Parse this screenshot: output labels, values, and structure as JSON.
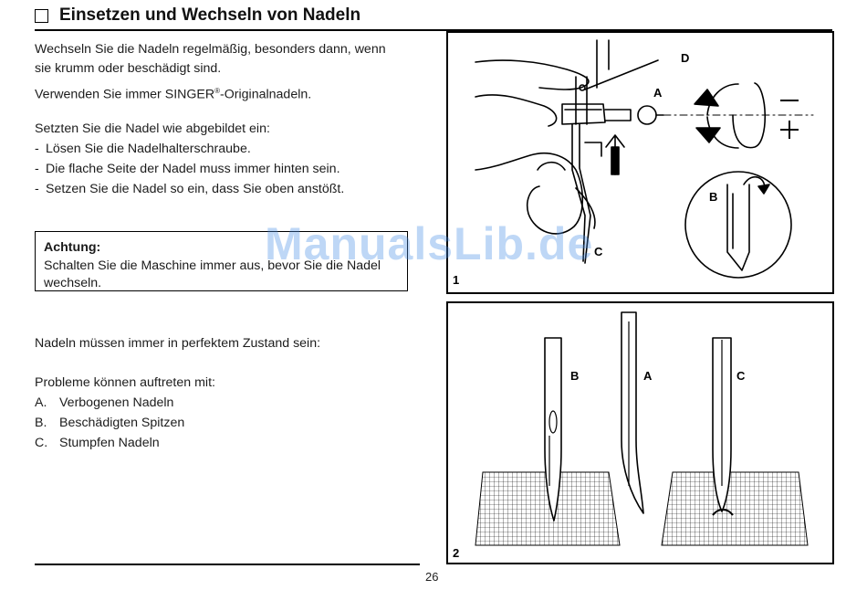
{
  "header": {
    "title": "Einsetzen und Wechseln von Nadeln"
  },
  "intro": {
    "line1": "Wechseln Sie die Nadeln regelmäßig, besonders dann, wenn",
    "line2": "sie krumm oder beschädigt sind.",
    "line3_pre": "Verwenden Sie immer SINGER",
    "line3_reg": "®",
    "line3_post": "-Originalnadeln."
  },
  "instructions": {
    "lead": "Setzten Sie die Nadel wie abgebildet ein:",
    "steps": [
      {
        "dash": "-",
        "text": "Lösen Sie die Nadelhalterschraube."
      },
      {
        "dash": "-",
        "text": "Die flache Seite der Nadel muss immer hinten sein."
      },
      {
        "dash": "-",
        "text": "Setzen Sie die Nadel so ein, dass Sie oben anstößt."
      }
    ]
  },
  "note": {
    "title": "Achtung:",
    "line1": "Schalten Sie die Maschine immer aus, bevor Sie die Nadel",
    "line2": "wechseln."
  },
  "condition": {
    "text": "Nadeln müssen immer in perfektem Zustand sein:"
  },
  "problems": {
    "lead": "Probleme können auftreten mit:",
    "items": [
      {
        "label": "A.",
        "text": "Verbogenen Nadeln"
      },
      {
        "label": "B.",
        "text": "Beschädigten Spitzen"
      },
      {
        "label": "C.",
        "text": "Stumpfen Nadeln"
      }
    ]
  },
  "figure1": {
    "number": "1",
    "labels": {
      "d": "D",
      "a": "A",
      "b": "B",
      "c": "C",
      "minus": "−",
      "plus": "+"
    }
  },
  "figure2": {
    "number": "2",
    "labels": {
      "b": "B",
      "a": "A",
      "c": "C"
    }
  },
  "footer": {
    "page_number": "26"
  },
  "watermark": {
    "text": "ManualsLib.de"
  }
}
